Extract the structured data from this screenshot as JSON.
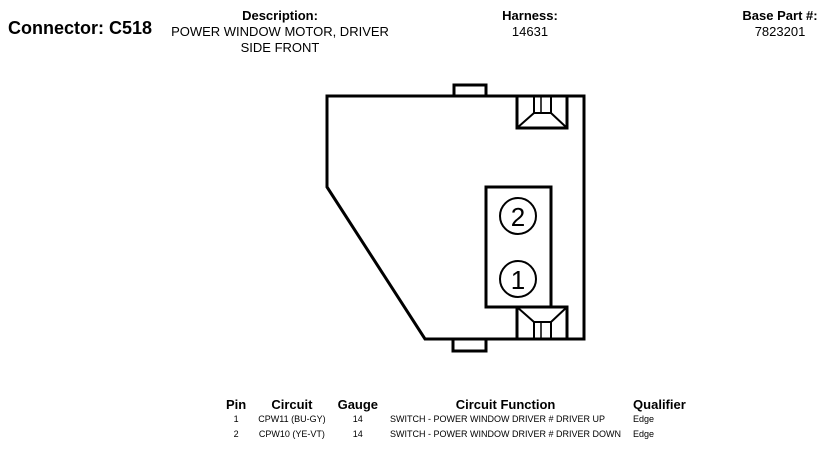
{
  "connector": {
    "label": "Connector: C518"
  },
  "description": {
    "label": "Description:",
    "line1": "POWER WINDOW MOTOR, DRIVER",
    "line2": "SIDE FRONT"
  },
  "harness": {
    "label": "Harness:",
    "value": "14631"
  },
  "base_part": {
    "label": "Base Part #:",
    "value": "7823201"
  },
  "diagram": {
    "pins": [
      "2",
      "1"
    ]
  },
  "table": {
    "headers": {
      "pin": "Pin",
      "circuit": "Circuit",
      "gauge": "Gauge",
      "function": "Circuit Function",
      "qualifier": "Qualifier"
    },
    "rows": [
      {
        "pin": "1",
        "circuit": "CPW11 (BU-GY)",
        "gauge": "14",
        "function": "SWITCH - POWER WINDOW DRIVER # DRIVER UP",
        "qualifier": "Edge"
      },
      {
        "pin": "2",
        "circuit": "CPW10 (YE-VT)",
        "gauge": "14",
        "function": "SWITCH - POWER WINDOW DRIVER # DRIVER DOWN",
        "qualifier": "Edge"
      }
    ]
  }
}
